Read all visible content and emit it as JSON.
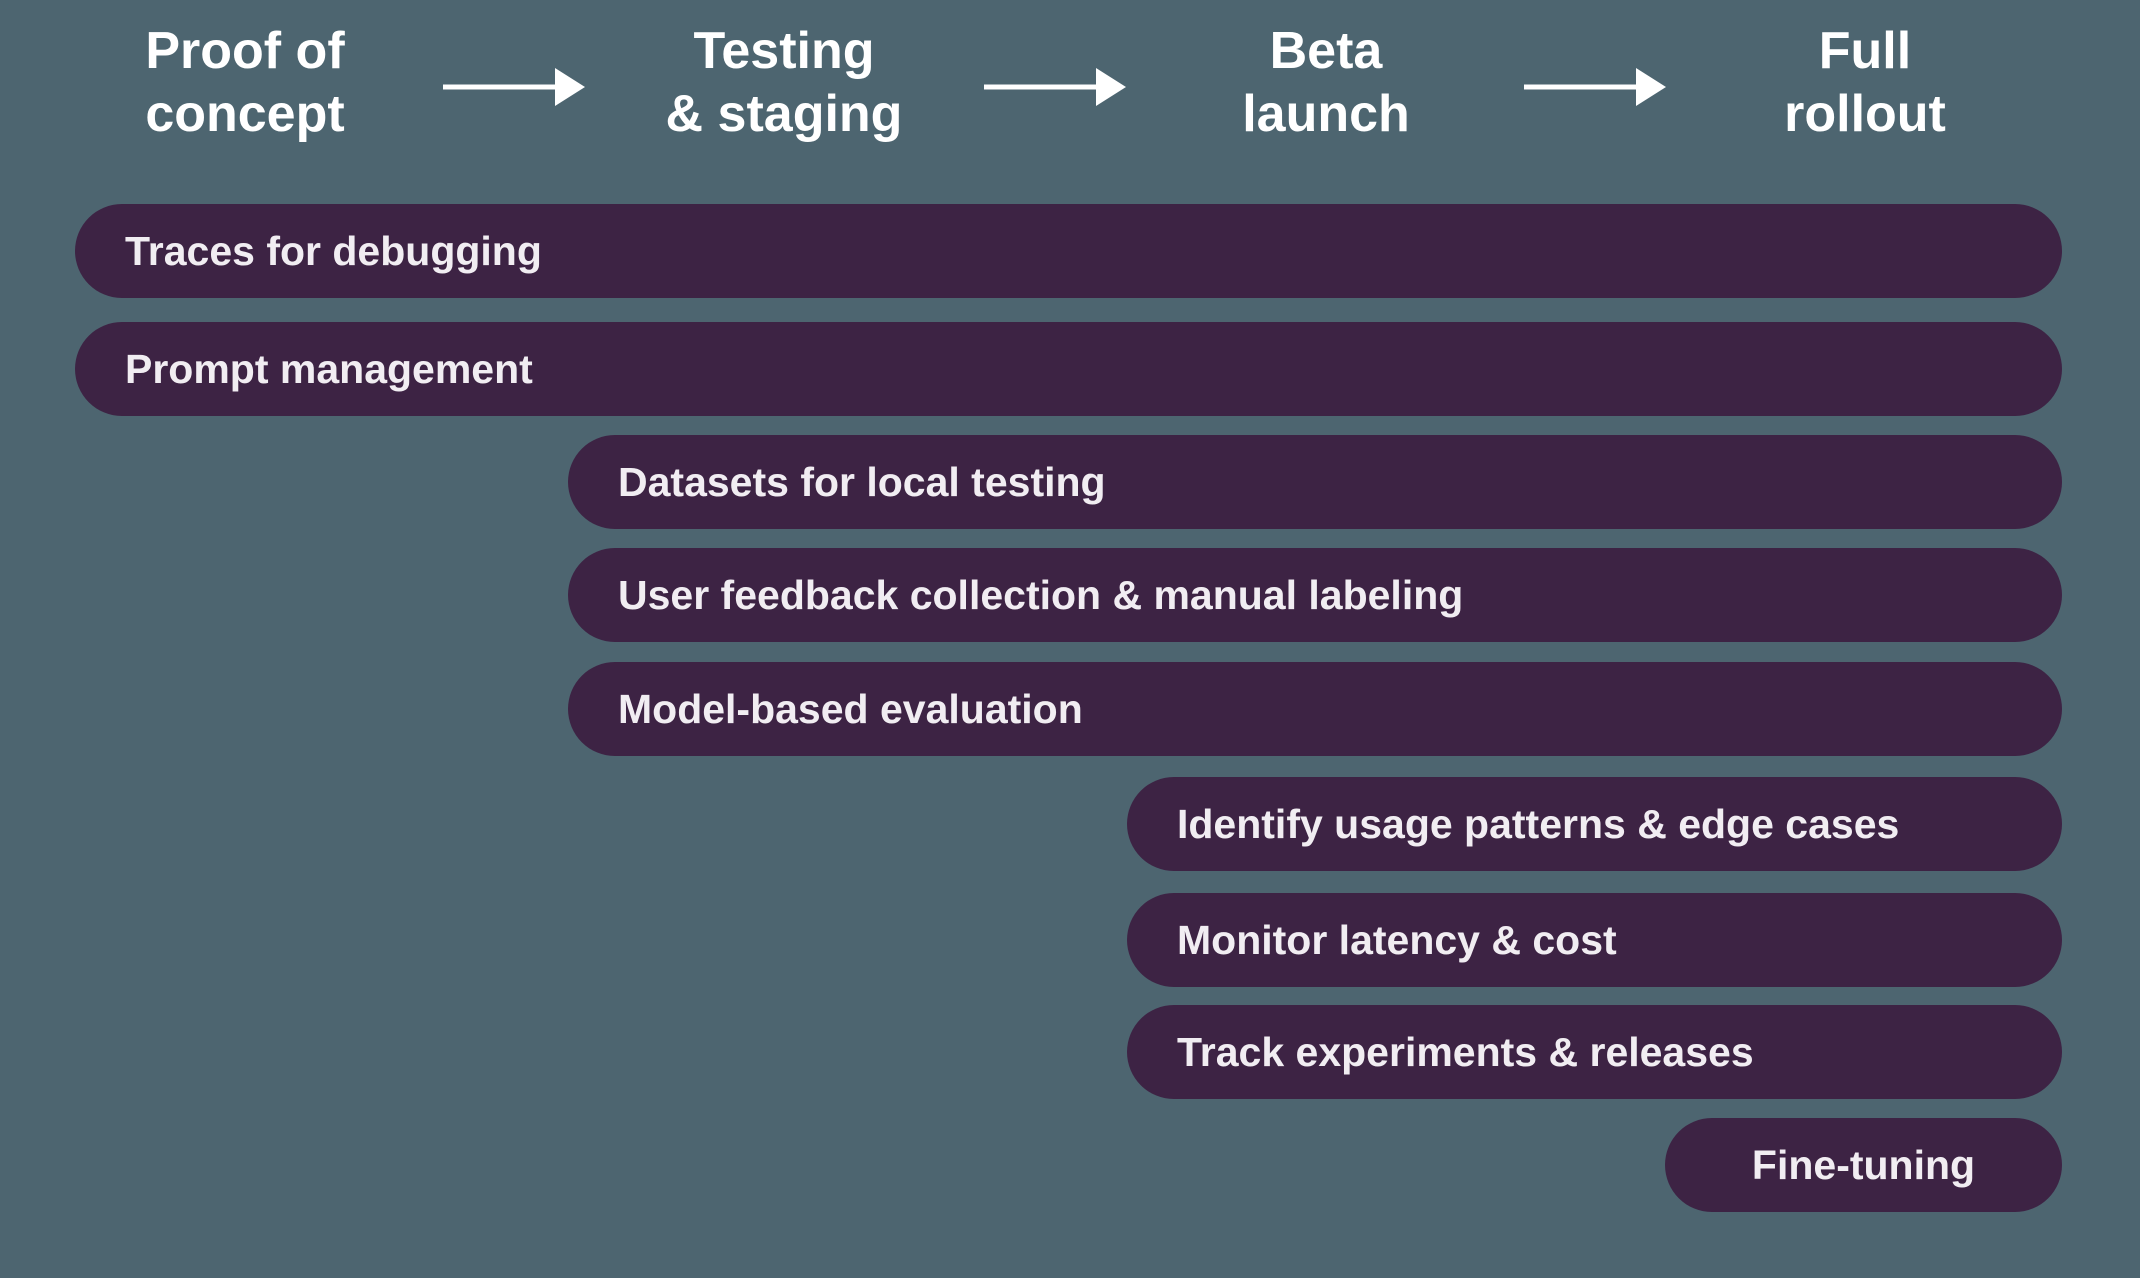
{
  "colors": {
    "background": "#4d6570",
    "bar_fill": "#3d2344",
    "bar_text": "#f1edf2",
    "header_text": "#ffffff"
  },
  "icons": {
    "stage_separator": "arrow-right"
  },
  "stages": [
    {
      "label": "Proof of concept",
      "line1": "Proof of",
      "line2": "concept"
    },
    {
      "label": "Testing & staging",
      "line1": "Testing",
      "line2": "& staging"
    },
    {
      "label": "Beta launch",
      "line1": "Beta",
      "line2": "launch"
    },
    {
      "label": "Full rollout",
      "line1": "Full",
      "line2": "rollout"
    }
  ],
  "bars": [
    {
      "label": "Traces for debugging",
      "starts_at_stage": "Proof of concept",
      "ends_at_stage": "Full rollout"
    },
    {
      "label": "Prompt management",
      "starts_at_stage": "Proof of concept",
      "ends_at_stage": "Full rollout"
    },
    {
      "label": "Datasets for local testing",
      "starts_at_stage": "Testing & staging",
      "ends_at_stage": "Full rollout"
    },
    {
      "label": "User feedback collection & manual labeling",
      "starts_at_stage": "Testing & staging",
      "ends_at_stage": "Full rollout"
    },
    {
      "label": "Model-based evaluation",
      "starts_at_stage": "Testing & staging",
      "ends_at_stage": "Full rollout"
    },
    {
      "label": "Identify usage patterns & edge cases",
      "starts_at_stage": "Beta launch",
      "ends_at_stage": "Full rollout"
    },
    {
      "label": "Monitor latency & cost",
      "starts_at_stage": "Beta launch",
      "ends_at_stage": "Full rollout"
    },
    {
      "label": "Track experiments & releases",
      "starts_at_stage": "Beta launch",
      "ends_at_stage": "Full rollout"
    },
    {
      "label": "Fine-tuning",
      "starts_at_stage": "Full rollout",
      "ends_at_stage": "Full rollout"
    }
  ]
}
